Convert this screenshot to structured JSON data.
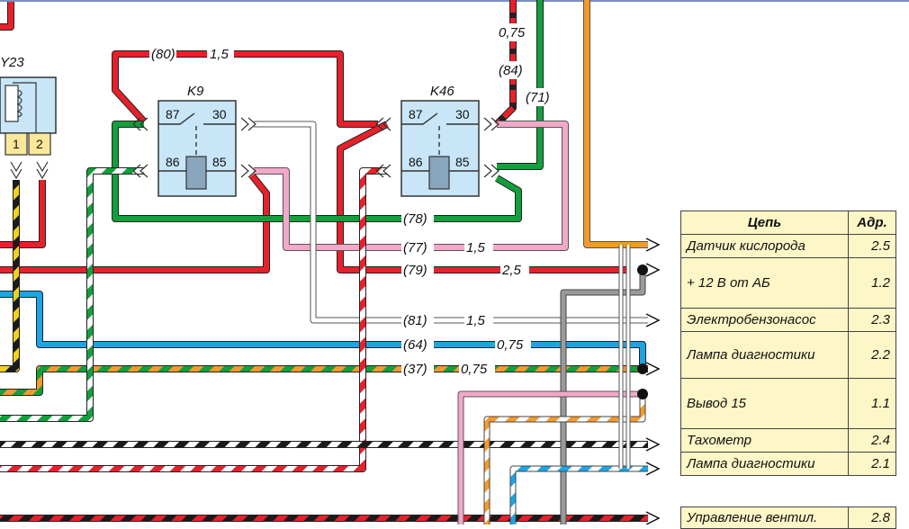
{
  "components": {
    "y23": {
      "label": "Y23",
      "pins": [
        "1",
        "2"
      ]
    },
    "k9": {
      "label": "K9",
      "pins": {
        "p87": "87",
        "p30": "30",
        "p86": "86",
        "p85": "85"
      }
    },
    "k46": {
      "label": "K46",
      "pins": {
        "p87": "87",
        "p30": "30",
        "p86": "86",
        "p85": "85"
      }
    }
  },
  "wire_labels": {
    "w80": "(80)",
    "w80_size": "1,5",
    "w075_top": "0,75",
    "w84": "(84)",
    "w71": "(71)",
    "w78": "(78)",
    "w77": "(77)",
    "w77_size": "1,5",
    "w79": "(79)",
    "w79_size": "2,5",
    "w81": "(81)",
    "w81_size": "1,5",
    "w64": "(64)",
    "w64_size": "0,75",
    "w37": "(37)",
    "w37_size": "0,75"
  },
  "circuit_table": {
    "header": {
      "circuit": "Цепь",
      "address": "Адр."
    },
    "rows": [
      {
        "circuit": "Датчик кислорода",
        "address": "2.5"
      },
      {
        "circuit": "+ 12 В от АБ",
        "address": "1.2"
      },
      {
        "circuit": "Электробензонасос",
        "address": "2.3"
      },
      {
        "circuit": "Лампа диагностики",
        "address": "2.2"
      },
      {
        "circuit": "Вывод 15",
        "address": "1.1"
      },
      {
        "circuit": "Тахометр",
        "address": "2.4"
      },
      {
        "circuit": "Лампа диагностики",
        "address": "2.1"
      }
    ]
  },
  "circuit_table_2": {
    "rows": [
      {
        "circuit": "Управление вентил.",
        "address": "2.8"
      }
    ]
  },
  "colors": {
    "red": "#e8202a",
    "green": "#12a03c",
    "orange": "#f39a2c",
    "blue": "#1aa6e6",
    "pink": "#f2a8c8",
    "grey": "#8a8a8a",
    "black": "#1a1a1a",
    "yellow": "#f3d21c",
    "relay_fill": "#c8e6f8",
    "table_fill": "#fdf6c6"
  }
}
